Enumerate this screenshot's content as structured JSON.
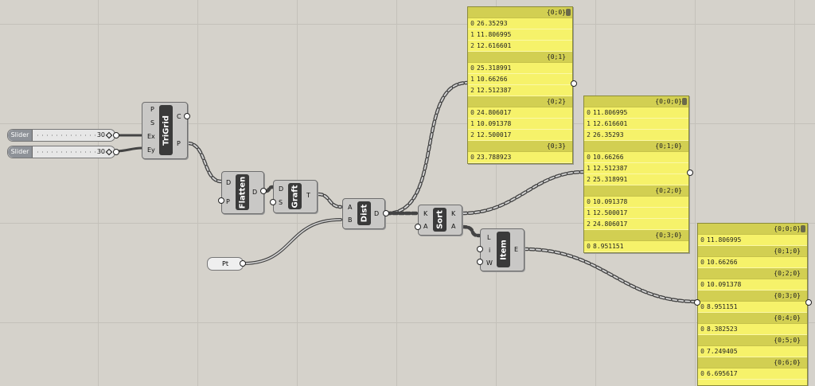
{
  "sliders": [
    {
      "label": "Slider",
      "value": "30"
    },
    {
      "label": "Slider",
      "value": "30"
    }
  ],
  "point": {
    "label": "Pt"
  },
  "components": {
    "trigrid": {
      "title": "TriGrid",
      "inputs": [
        "P",
        "S",
        "Ex",
        "Ey"
      ],
      "outputs": [
        "C",
        "P"
      ]
    },
    "flatten": {
      "title": "Flatten",
      "inputs": [
        "D",
        "P"
      ],
      "outputs": [
        "D"
      ]
    },
    "graft": {
      "title": "Graft",
      "inputs": [
        "D",
        "S"
      ],
      "outputs": [
        "T"
      ]
    },
    "dist": {
      "title": "Dist",
      "inputs": [
        "A",
        "B"
      ],
      "outputs": [
        "D"
      ]
    },
    "sort": {
      "title": "Sort",
      "inputs": [
        "K",
        "A"
      ],
      "outputs": [
        "K",
        "A"
      ]
    },
    "item": {
      "title": "Item",
      "inputs": [
        "L",
        "i",
        "W"
      ],
      "outputs": [
        "E"
      ]
    }
  },
  "panels": [
    {
      "rows": [
        {
          "type": "header",
          "text": "{0;0}"
        },
        {
          "type": "row",
          "index": "0",
          "text": "26.35293"
        },
        {
          "type": "row",
          "index": "1",
          "text": "11.806995"
        },
        {
          "type": "row",
          "index": "2",
          "text": "12.616601"
        },
        {
          "type": "header",
          "text": "{0;1}"
        },
        {
          "type": "row",
          "index": "0",
          "text": "25.318991"
        },
        {
          "type": "row",
          "index": "1",
          "text": "10.66266"
        },
        {
          "type": "row",
          "index": "2",
          "text": "12.512387"
        },
        {
          "type": "header",
          "text": "{0;2}"
        },
        {
          "type": "row",
          "index": "0",
          "text": "24.806017"
        },
        {
          "type": "row",
          "index": "1",
          "text": "10.091378"
        },
        {
          "type": "row",
          "index": "2",
          "text": "12.500017"
        },
        {
          "type": "header",
          "text": "{0;3}"
        },
        {
          "type": "row",
          "index": "0",
          "text": "23.788923"
        }
      ]
    },
    {
      "rows": [
        {
          "type": "header",
          "text": "{0;0;0}"
        },
        {
          "type": "row",
          "index": "0",
          "text": "11.806995"
        },
        {
          "type": "row",
          "index": "1",
          "text": "12.616601"
        },
        {
          "type": "row",
          "index": "2",
          "text": "26.35293"
        },
        {
          "type": "header",
          "text": "{0;1;0}"
        },
        {
          "type": "row",
          "index": "0",
          "text": "10.66266"
        },
        {
          "type": "row",
          "index": "1",
          "text": "12.512387"
        },
        {
          "type": "row",
          "index": "2",
          "text": "25.318991"
        },
        {
          "type": "header",
          "text": "{0;2;0}"
        },
        {
          "type": "row",
          "index": "0",
          "text": "10.091378"
        },
        {
          "type": "row",
          "index": "1",
          "text": "12.500017"
        },
        {
          "type": "row",
          "index": "2",
          "text": "24.806017"
        },
        {
          "type": "header",
          "text": "{0;3;0}"
        },
        {
          "type": "row",
          "index": "0",
          "text": "8.951151"
        }
      ]
    },
    {
      "rows": [
        {
          "type": "header",
          "text": "{0;0;0}"
        },
        {
          "type": "row",
          "index": "0",
          "text": "11.806995"
        },
        {
          "type": "header",
          "text": "{0;1;0}"
        },
        {
          "type": "row",
          "index": "0",
          "text": "10.66266"
        },
        {
          "type": "header",
          "text": "{0;2;0}"
        },
        {
          "type": "row",
          "index": "0",
          "text": "10.091378"
        },
        {
          "type": "header",
          "text": "{0;3;0}"
        },
        {
          "type": "row",
          "index": "0",
          "text": "8.951151"
        },
        {
          "type": "header",
          "text": "{0;4;0}"
        },
        {
          "type": "row",
          "index": "0",
          "text": "8.382523"
        },
        {
          "type": "header",
          "text": "{0;5;0}"
        },
        {
          "type": "row",
          "index": "0",
          "text": "7.249405"
        },
        {
          "type": "header",
          "text": "{0;6;0}"
        },
        {
          "type": "row",
          "index": "0",
          "text": "6.695617"
        }
      ]
    }
  ]
}
